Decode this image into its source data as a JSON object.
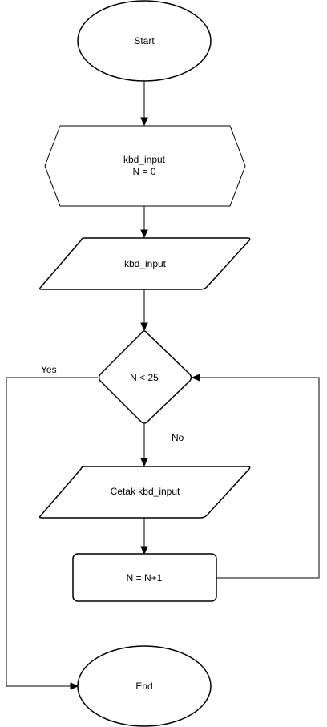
{
  "diagram": {
    "nodes": {
      "start": {
        "label": "Start"
      },
      "init": {
        "line1": "kbd_input",
        "line2": "N = 0"
      },
      "input": {
        "label": "kbd_input"
      },
      "decision": {
        "label": "N < 25"
      },
      "output": {
        "label": "Cetak kbd_input"
      },
      "increment": {
        "label": "N = N+1"
      },
      "end": {
        "label": "End"
      }
    },
    "edges": {
      "decision_yes": {
        "label": "Yes"
      },
      "decision_no": {
        "label": "No"
      }
    }
  }
}
